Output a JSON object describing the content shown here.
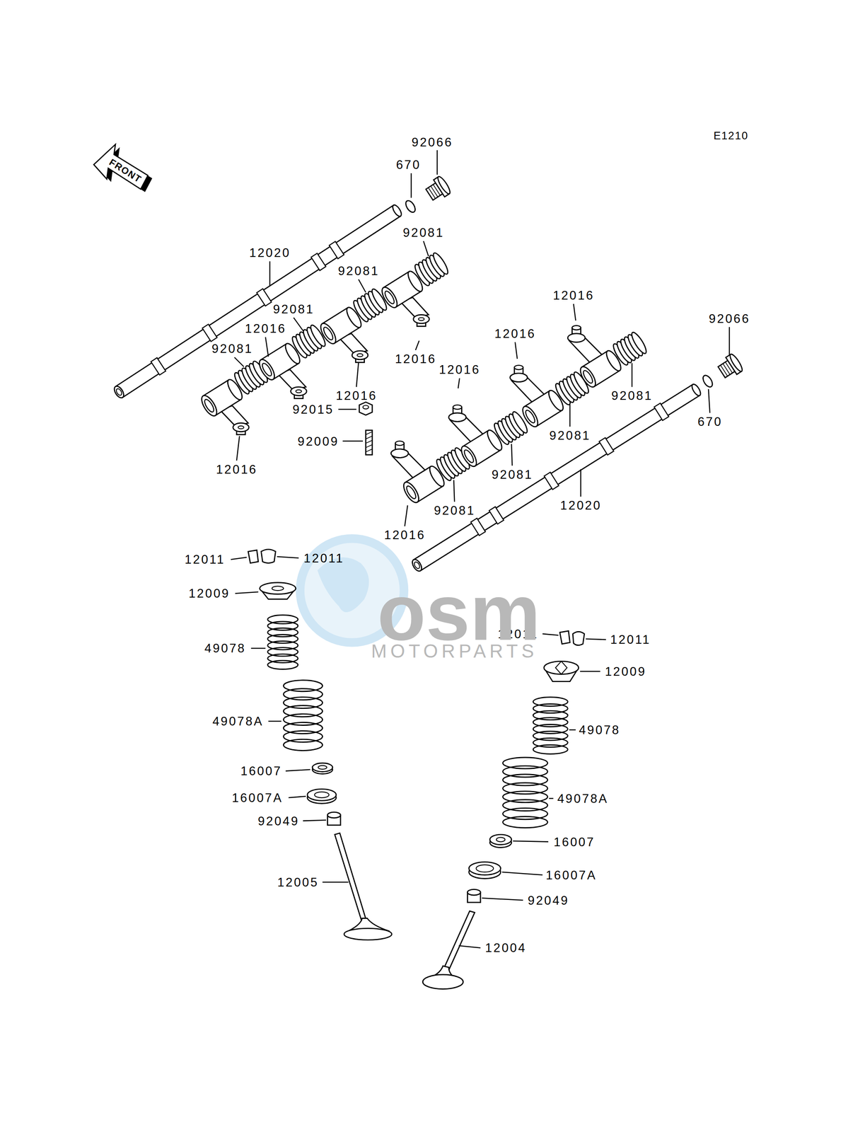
{
  "diagram": {
    "labels": [
      "E1210",
      "FRONT",
      "92066",
      "670",
      "12020",
      "92081",
      "92081",
      "92081",
      "12016",
      "92081",
      "12016",
      "92066",
      "12016",
      "12016",
      "12016",
      "12016",
      "92081",
      "92015",
      "670",
      "92081",
      "92009",
      "12016",
      "92081",
      "12020",
      "92081",
      "12016",
      "12011",
      "12011",
      "12009",
      "12011",
      "12011",
      "49078",
      "12009",
      "49078A",
      "49078",
      "16007",
      "16007A",
      "49078A",
      "92049",
      "16007",
      "16007A",
      "12005",
      "92049",
      "12004",
      "osm",
      "MOTORPARTS"
    ]
  }
}
